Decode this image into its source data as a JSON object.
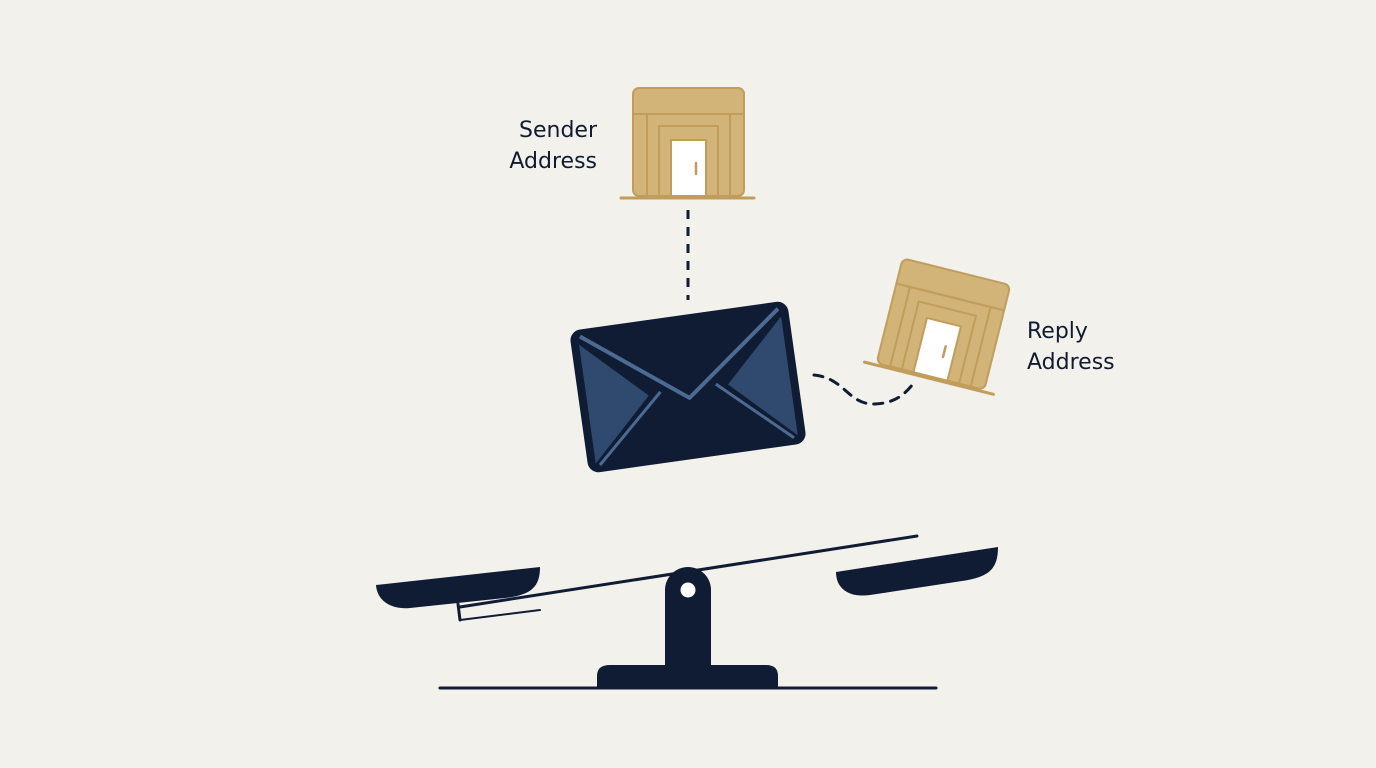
{
  "labels": {
    "sender_line1": "Sender",
    "sender_line2": "Address",
    "reply_line1": "Reply",
    "reply_line2": "Address"
  },
  "colors": {
    "background": "#f3f1ec",
    "navy": "#0f1c33",
    "envelope_blue": "#2f4a6e",
    "building_gold": "#d2b478",
    "building_outline": "#c19d5c",
    "door_white": "#ffffff"
  },
  "icons": {
    "sender": "building-door-icon",
    "reply": "building-door-icon",
    "message": "envelope-icon",
    "balance": "seesaw-scale-icon"
  }
}
